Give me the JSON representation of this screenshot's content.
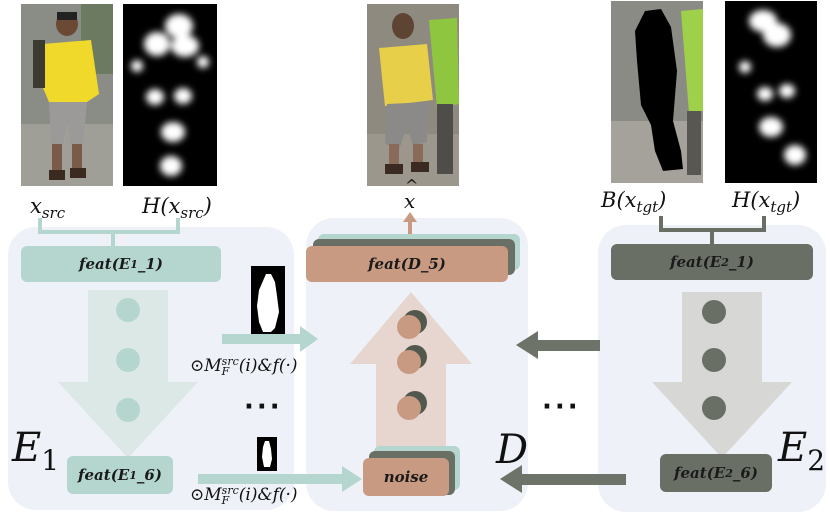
{
  "source_images": {
    "x_src_label": "x_src",
    "h_src_label": "H(x_src)",
    "xhat_label": "x̂",
    "b_tgt_label": "B(x_tgt)",
    "h_tgt_label": "H(x_tgt)"
  },
  "encoder1": {
    "name": "E",
    "sub": "1",
    "top_box": {
      "base": "feat(E",
      "sub": "1",
      "tail": "_1)"
    },
    "bottom_box": {
      "base": "feat(E",
      "sub": "1",
      "tail": "_6)"
    }
  },
  "encoder2": {
    "name": "E",
    "sub": "2",
    "top_box": {
      "base": "feat(E",
      "sub": "2",
      "tail": "_1)"
    },
    "bottom_box": {
      "base": "feat(E",
      "sub": "2",
      "tail": "_6)"
    }
  },
  "decoder": {
    "name": "D",
    "top_box": "feat(D_5)",
    "bottom_box": "noise"
  },
  "operations": {
    "top": "⊙M_F^src(i) & f(·)",
    "bottom": "⊙M_F^src(i) & f(·)"
  },
  "ellipsis": "···",
  "colors": {
    "panel": "#eef1f8",
    "teal": "#b5d6cf",
    "dark": "#6a6f66",
    "salmon": "#c99a82",
    "arrow_gray": "#6e736a"
  }
}
